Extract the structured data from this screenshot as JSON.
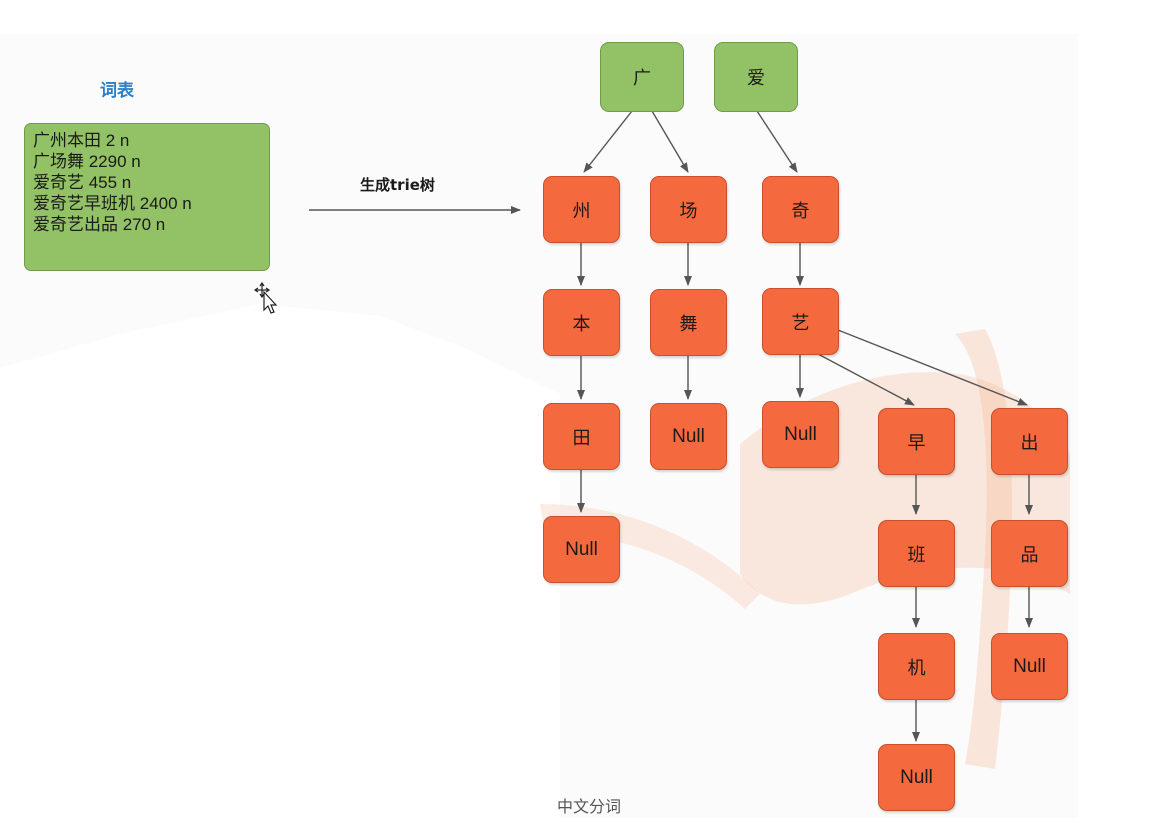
{
  "title": "词表",
  "vocab": [
    "广州本田 2 n",
    "广场舞 2290 n",
    "爱奇艺 455 n",
    "爱奇艺早班机 2400 n",
    "爱奇艺出品 270 n"
  ],
  "arrow_label": "生成trie树",
  "roots": {
    "guang": "广",
    "ai": "爱"
  },
  "nodes": {
    "zhou": "州",
    "ben": "本",
    "tian": "田",
    "null1": "Null",
    "chang": "场",
    "wu": "舞",
    "null2": "Null",
    "qi": "奇",
    "yi": "艺",
    "null3": "Null",
    "zao": "早",
    "ban": "班",
    "ji": "机",
    "null4": "Null",
    "chu": "出",
    "pin": "品",
    "null5": "Null"
  },
  "caption": "中文分词",
  "colors": {
    "root_fill": "#93c266",
    "node_fill": "#f46a3e",
    "title_color": "#2a7fc9",
    "edge_color": "#555555"
  }
}
